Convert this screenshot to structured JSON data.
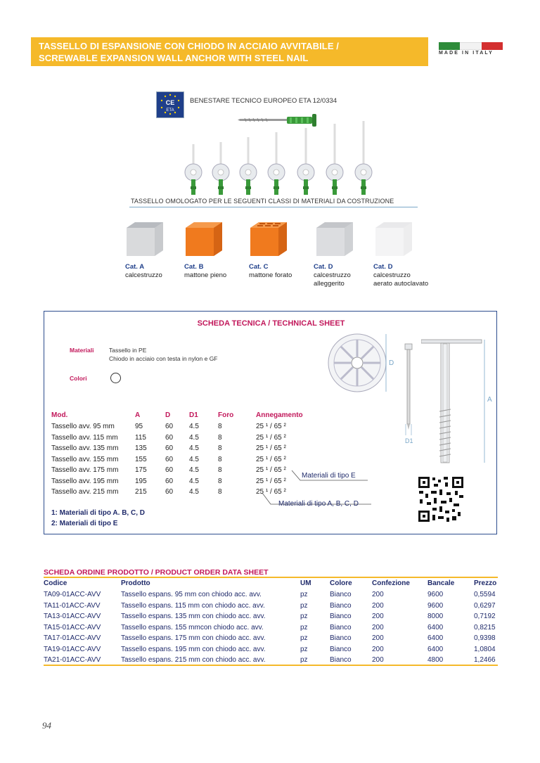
{
  "header": {
    "title_line1": "TASSELLO DI ESPANSIONE CON CHIODO IN ACCIAIO AVVITABILE /",
    "title_line2": "SCREWABLE EXPANSION WALL ANCHOR WITH STEEL NAIL",
    "made_in": "MADE IN ITALY",
    "brand_color": "#f5b92a"
  },
  "certification": {
    "badge_text": "CE",
    "badge_sub": "ETA",
    "eta_text": "BENESTARE TECNICO EUROPEO ETA 12/0334"
  },
  "approval_text": "TASSELLO OMOLOGATO PER LE SEGUENTI CLASSI DI MATERIALI DA COSTRUZIONE",
  "categories": [
    {
      "cat": "Cat. A",
      "desc1": "calcestruzzo",
      "desc2": ""
    },
    {
      "cat": "Cat. B",
      "desc1": "mattone pieno",
      "desc2": ""
    },
    {
      "cat": "Cat. C",
      "desc1": "mattone forato",
      "desc2": ""
    },
    {
      "cat": "Cat. D",
      "desc1": "calcestruzzo",
      "desc2": "alleggerito"
    },
    {
      "cat": "Cat. D",
      "desc1": "calcestruzzo",
      "desc2": "aerato autoclavato"
    }
  ],
  "technical_sheet": {
    "title": "SCHEDA TECNICA / TECHNICAL SHEET",
    "materials_label": "Materiali",
    "materials_1": "Tassello in PE",
    "materials_2": "Chiodo in acciaio con testa in nylon e GF",
    "colors_label": "Colori",
    "headers": [
      "Mod.",
      "A",
      "D",
      "D1",
      "Foro",
      "Annegamento"
    ],
    "rows": [
      [
        "Tassello avv. 95 mm",
        "95",
        "60",
        "4.5",
        "8",
        "25 ¹ / 65 ²"
      ],
      [
        "Tassello avv. 115 mm",
        "115",
        "60",
        "4.5",
        "8",
        "25 ¹ / 65 ²"
      ],
      [
        "Tassello avv. 135 mm",
        "135",
        "60",
        "4.5",
        "8",
        "25 ¹ / 65 ²"
      ],
      [
        "Tassello avv. 155 mm",
        "155",
        "60",
        "4.5",
        "8",
        "25 ¹ / 65 ²"
      ],
      [
        "Tassello avv. 175 mm",
        "175",
        "60",
        "4.5",
        "8",
        "25 ¹ / 65 ²"
      ],
      [
        "Tassello avv. 195 mm",
        "195",
        "60",
        "4.5",
        "8",
        "25 ¹ / 65 ²"
      ],
      [
        "Tassello avv. 215 mm",
        "215",
        "60",
        "4.5",
        "8",
        "25 ¹ / 65 ²"
      ]
    ],
    "callout_e": "Materiali di tipo E",
    "callout_abcd": "Materiali di tipo A, B, C, D",
    "note1": "1: Materiali di tipo A. B, C, D",
    "note2": "2: Materiali di tipo E",
    "dim_labels": {
      "d": "D",
      "a": "A",
      "d1": "D1"
    }
  },
  "order_sheet": {
    "title": "SCHEDA ORDINE PRODOTTO / PRODUCT ORDER DATA SHEET",
    "headers": [
      "Codice",
      "Prodotto",
      "UM",
      "Colore",
      "Confezione",
      "Bancale",
      "Prezzo"
    ],
    "rows": [
      [
        "TA09-01ACC-AVV",
        "Tassello espans. 95 mm con chiodo acc. avv.",
        "pz",
        "Bianco",
        "200",
        "9600",
        "0,5594"
      ],
      [
        "TA11-01ACC-AVV",
        "Tassello espans. 115 mm con chiodo acc. avv.",
        "pz",
        "Bianco",
        "200",
        "9600",
        "0,6297"
      ],
      [
        "TA13-01ACC-AVV",
        "Tassello espans. 135 mm con chiodo acc. avv.",
        "pz",
        "Bianco",
        "200",
        "8000",
        "0,7192"
      ],
      [
        "TA15-01ACC-AVV",
        "Tassello espans. 155 mmcon chiodo acc. avv.",
        "pz",
        "Bianco",
        "200",
        "6400",
        "0,8215"
      ],
      [
        "TA17-01ACC-AVV",
        "Tassello espans. 175 mm con chiodo acc. avv.",
        "pz",
        "Bianco",
        "200",
        "6400",
        "0,9398"
      ],
      [
        "TA19-01ACC-AVV",
        "Tassello espans. 195 mm con chiodo acc. avv.",
        "pz",
        "Bianco",
        "200",
        "6400",
        "1,0804"
      ],
      [
        "TA21-01ACC-AVV",
        "Tassello espans. 215 mm con chiodo acc. avv.",
        "pz",
        "Bianco",
        "200",
        "4800",
        "1,2466"
      ]
    ]
  },
  "page_number": "94"
}
